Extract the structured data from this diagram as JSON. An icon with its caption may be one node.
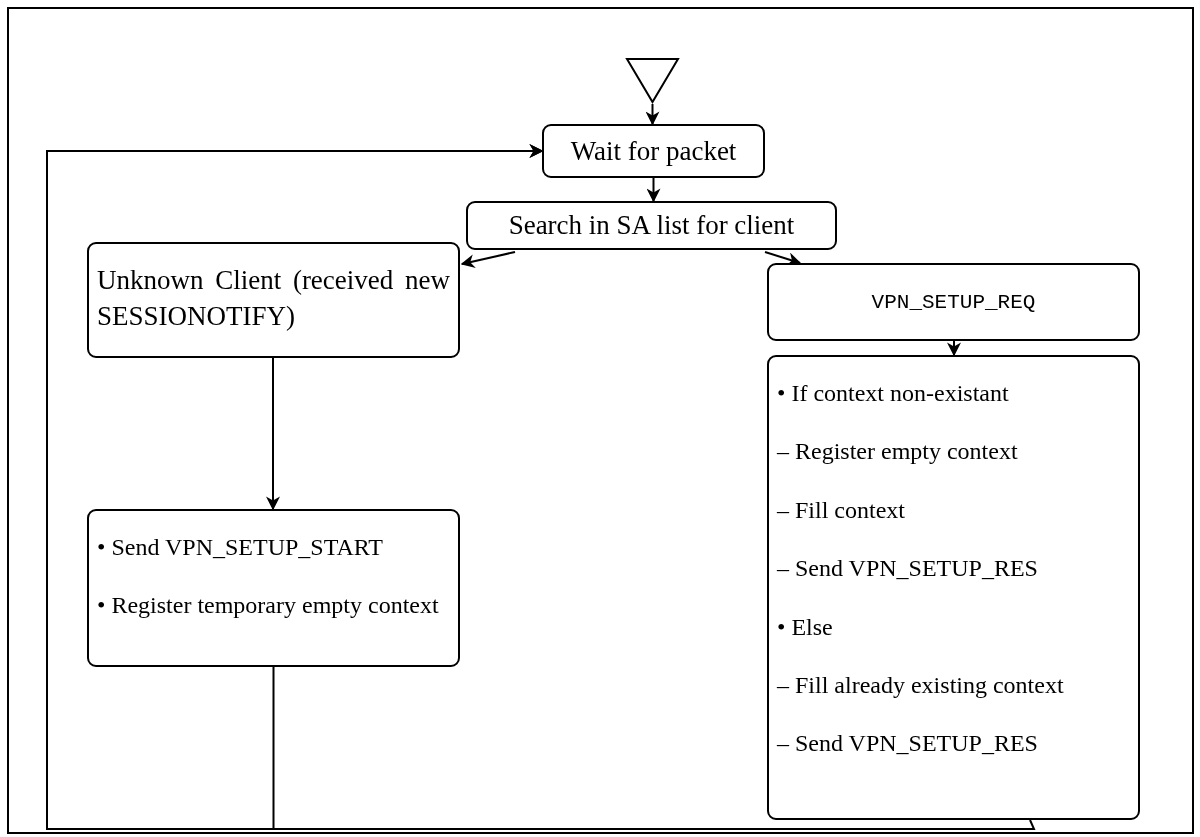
{
  "diagram": {
    "nodes": [
      {
        "text": [],
        "shape": "triangle"
      },
      {
        "text": [
          "Wait for packet"
        ]
      },
      {
        "text": [
          "Search in SA list for client"
        ]
      },
      {
        "text": [
          "Unknown Client (received new SESSIONOTIFY)"
        ]
      },
      {
        "text": [
          "• Send VPN_SETUP_START",
          "• Register temporary empty context"
        ]
      },
      {
        "text": [
          "VPN_SETUP_REQ"
        ]
      },
      {
        "text": [
          "• If context non-existant",
          "– Register empty context",
          "– Fill context",
          "– Send VPN_SETUP_RES",
          "• Else",
          "– Fill already existing context",
          "– Send VPN_SETUP_RES"
        ]
      }
    ],
    "edges": [
      {
        "from": 0,
        "to": 1,
        "arrow": "to"
      },
      {
        "from": 1,
        "to": 2,
        "arrow": "to"
      },
      {
        "from": 2,
        "to": 3,
        "arrow": "to"
      },
      {
        "from": 2,
        "to": 5,
        "arrow": "to"
      },
      {
        "from": 3,
        "to": 4,
        "arrow": "to"
      },
      {
        "from": 5,
        "to": 6,
        "arrow": "to"
      },
      {
        "from": 4,
        "to": 1,
        "arrow": "to"
      },
      {
        "from": 6,
        "to": 1,
        "arrow": "to"
      }
    ]
  }
}
